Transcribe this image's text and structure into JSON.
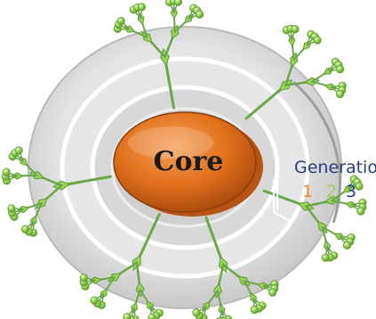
{
  "diagram": {
    "core_label": "Core",
    "generation_title": "Generation",
    "generations": [
      "1",
      "2",
      "3"
    ]
  },
  "colors": {
    "core_fill": "#e0701c",
    "core_highlight": "#f6a25a",
    "core_shadow": "#a4470c",
    "generation_title": "#2a3e7c",
    "generation_1": "#f08a32",
    "generation_2": "#9fcf5e",
    "generation_3": "#2a3e7c",
    "branch": "#6ca64a",
    "node_fill": "#9ad45c",
    "node_dark": "#5f9a2c",
    "ring": "#cfcfcf",
    "ring_dark": "#a8a8a8"
  },
  "icons": {
    "core": "orange-disc",
    "terminal_group": "green-sphere",
    "branch_unit": "green-rhombus"
  }
}
